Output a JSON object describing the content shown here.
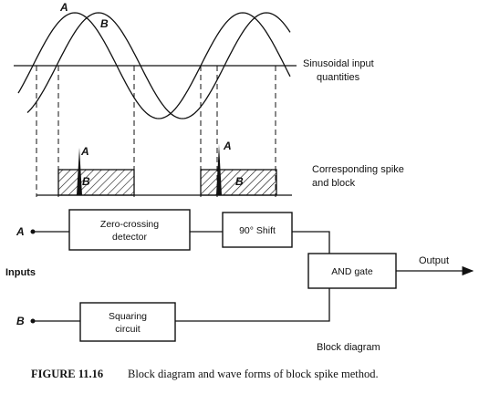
{
  "waveforms": {
    "wave_a_label": "A",
    "wave_b_label": "B",
    "sinusoid_label_line1": "Sinusoidal input",
    "sinusoid_label_line2": "quantities"
  },
  "spike_section": {
    "spike_label_line1": "Corresponding spike",
    "spike_label_line2": "and block",
    "spike_a_label_1": "A",
    "block_b_label_1": "B",
    "spike_a_label_2": "A",
    "block_b_label_2": "B"
  },
  "block_diagram": {
    "input_a": "A",
    "input_b": "B",
    "inputs_label": "Inputs",
    "zero_crossing_line1": "Zero-crossing",
    "zero_crossing_line2": "detector",
    "shift_label": "90° Shift",
    "and_gate_label": "AND gate",
    "squaring_line1": "Squaring",
    "squaring_line2": "circuit",
    "output_label": "Output",
    "block_diagram_label": "Block diagram"
  },
  "caption": {
    "figure_number": "FIGURE 11.16",
    "text": "Block diagram and wave forms of block spike method."
  }
}
